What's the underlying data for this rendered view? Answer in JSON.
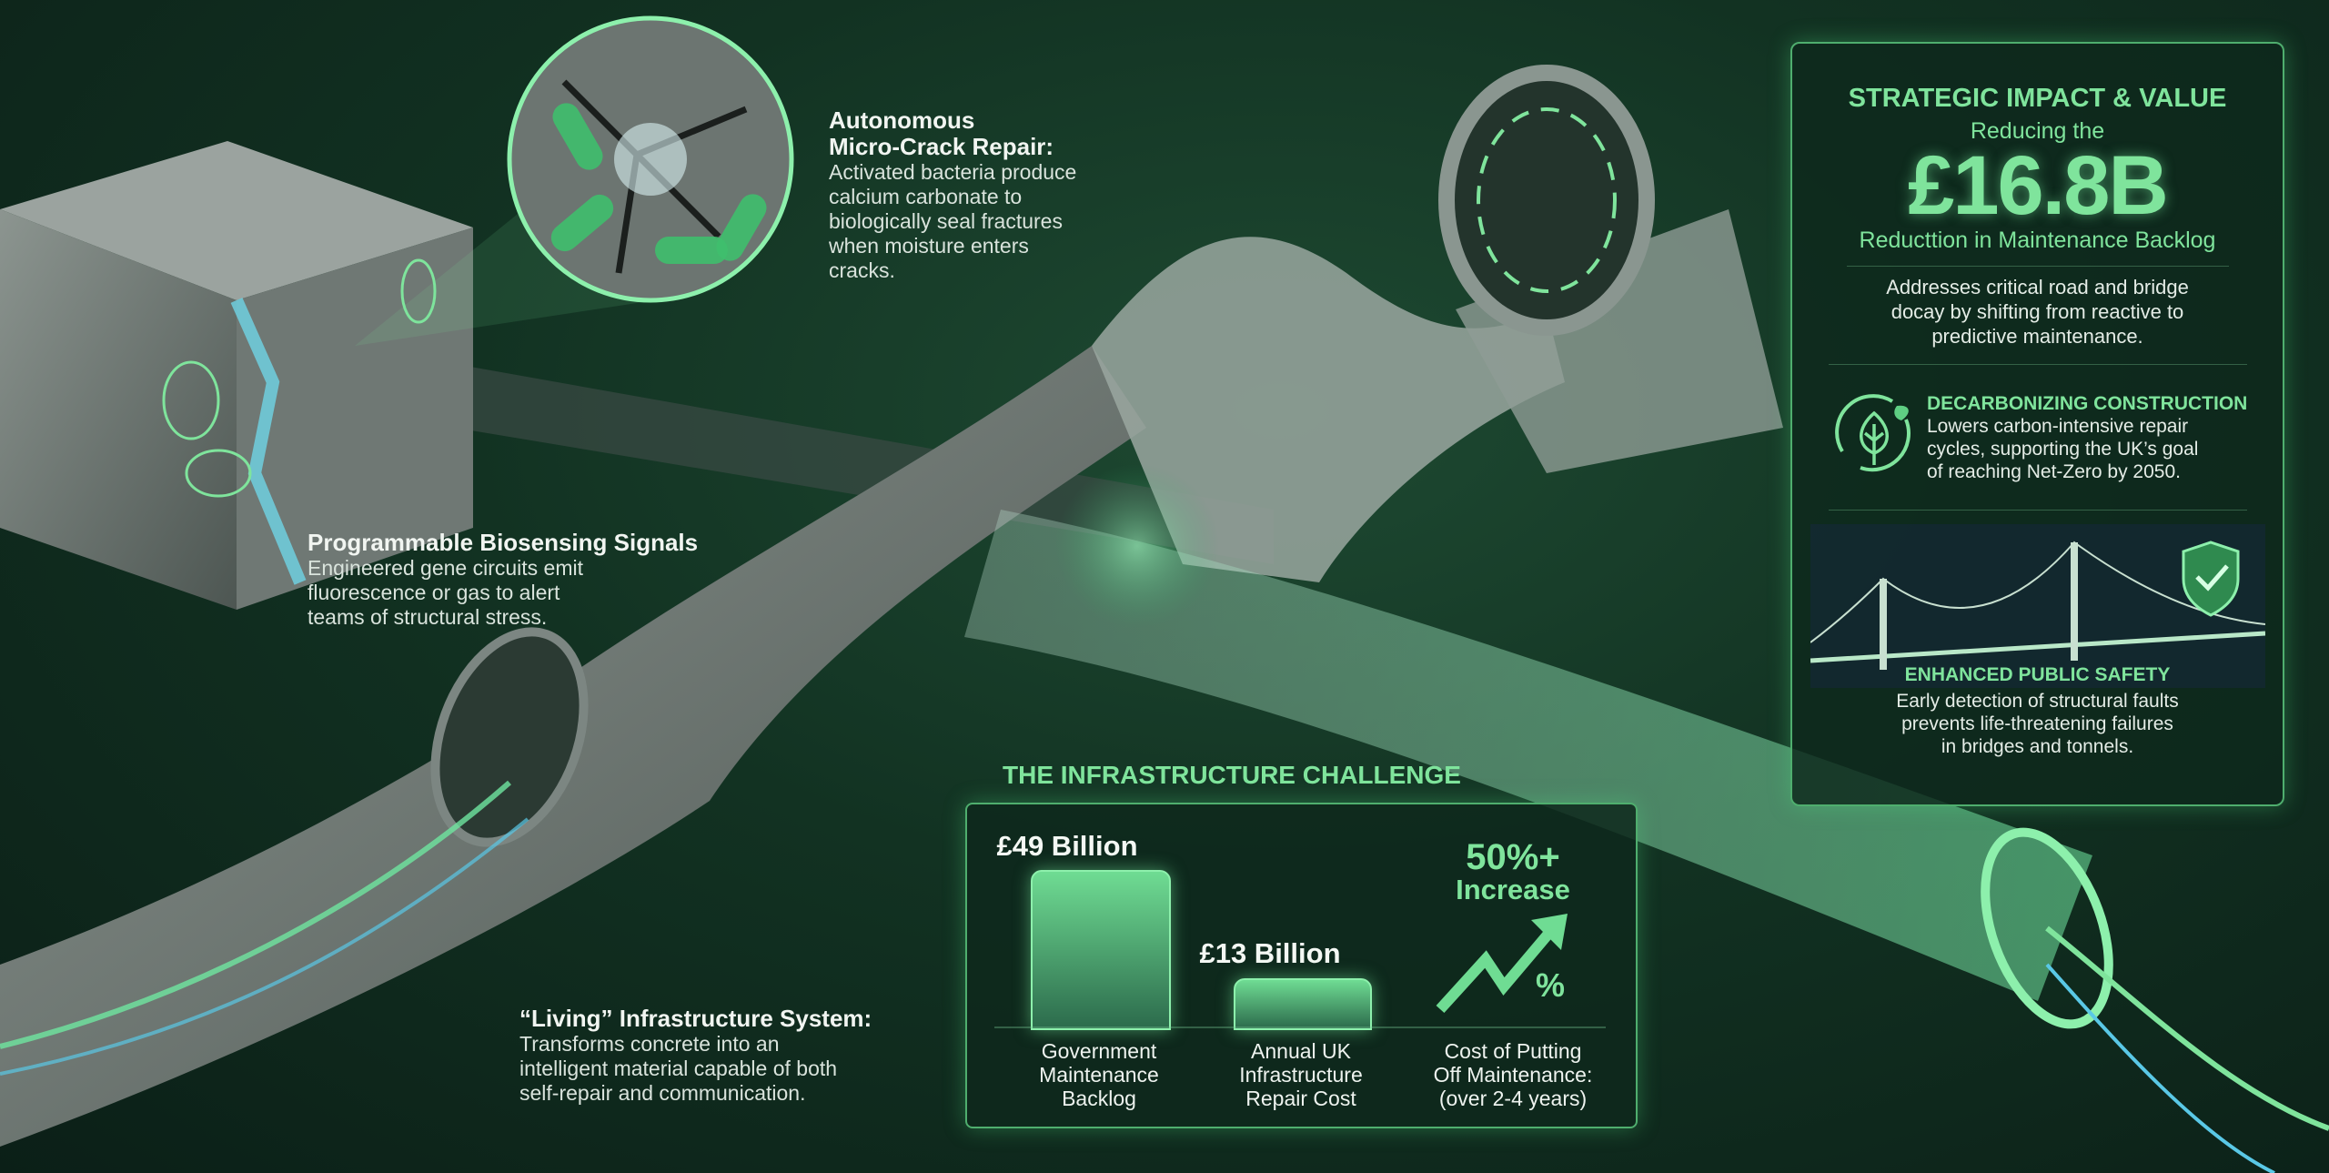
{
  "colors": {
    "accent": "#7fe49c",
    "background": "#123222",
    "panel_border": "#4fae6e"
  },
  "captions": {
    "micro_crack": {
      "title_line1": "Autonomous",
      "title_line2": "Micro-Crack Repair:",
      "lines": [
        "Activated bacteria produce",
        "calcium carbonate to",
        "biologically seal fractures",
        "when moisture enters",
        "cracks."
      ]
    },
    "biosensing": {
      "title": "Programmable Biosensing Signals",
      "lines": [
        "Engineered gene circuits emit",
        "fluorescence or gas to alert",
        "teams of structural stress."
      ]
    },
    "living": {
      "title": "“Living” Infrastructure System:",
      "lines": [
        "Transforms concrete into an",
        "intelligent material capable of both",
        "self-repair and communication."
      ]
    }
  },
  "strategic": {
    "title": "STRATEGIC IMPACT & VALUE",
    "subtitle": "Reducing the",
    "amount": "£16.8B",
    "amount_caption": "Reducttion in Maintenance Backlog",
    "description": [
      "Addresses critical road and bridge",
      "docay by shifting from reactive to",
      "predictive maintenance."
    ],
    "decarb": {
      "icon": "leaf-cycle-icon",
      "title": "DECARBONIZING CONSTRUCTION",
      "lines": [
        "Lowers carbon-intensive repair",
        "cycles, supporting the UK’s goal",
        "of reaching Net-Zero by 2050."
      ]
    },
    "safety": {
      "icon": "shield-check-icon",
      "title": "ENHANCED PUBLIC SAFETY",
      "lines": [
        "Early detection of structural faults",
        "prevents life-threatening failures",
        "in bridges and tonnels."
      ]
    }
  },
  "challenge": {
    "title": "THE INFRASTRUCTURE CHALLENGE",
    "items": [
      {
        "value": "£49 Billion",
        "amount_billion": 49,
        "label": [
          "Government",
          "Maintenance",
          "Backlog"
        ]
      },
      {
        "value": "£13 Billion",
        "amount_billion": 13,
        "label": [
          "Annual UK",
          "Infrastructure",
          "Repair Cost"
        ]
      },
      {
        "value": "50%+",
        "value_line2": "Increase",
        "symbol": "%",
        "icon": "trend-up-arrow-icon",
        "label": [
          "Cost of Putting",
          "Off Maintenance:",
          "(over 2-4 years)"
        ]
      }
    ]
  }
}
